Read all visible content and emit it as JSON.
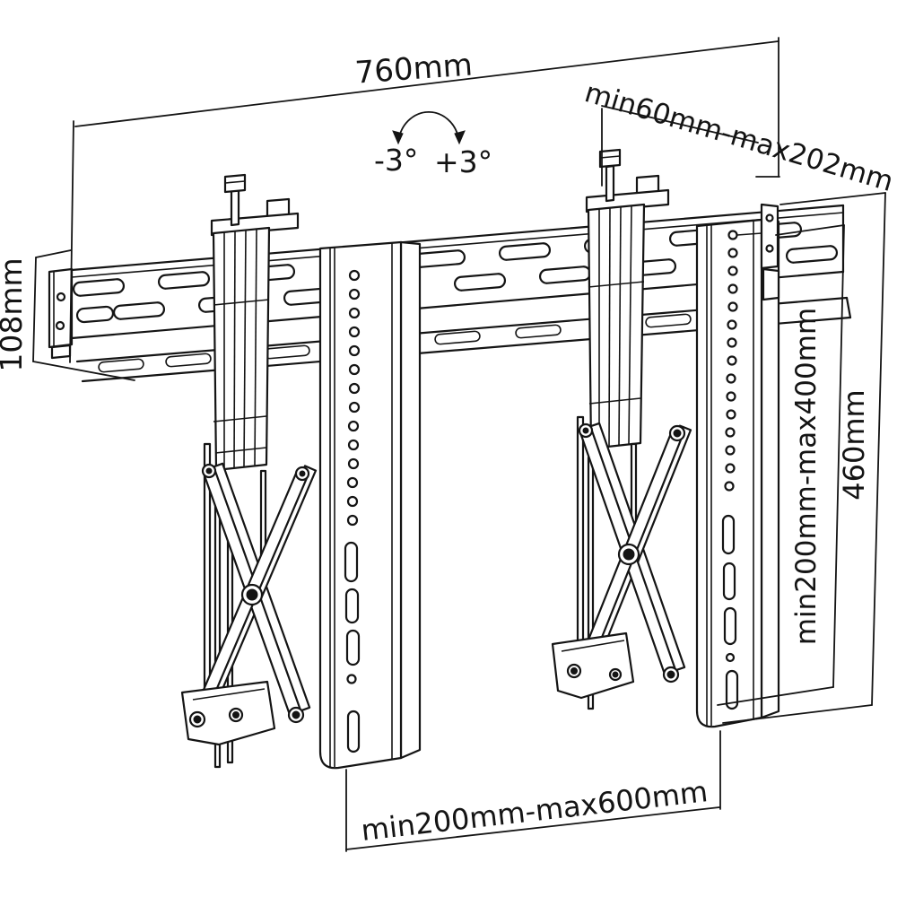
{
  "diagram": {
    "labels": {
      "width_total": "760mm",
      "extension_range": "min60mm-max202mm",
      "tilt_down": "-3°",
      "tilt_up": "+3°",
      "rail_height": "108mm",
      "vesa_height": "min200mm-max400mm",
      "total_height": "460mm",
      "vesa_width": "min200mm-max600mm"
    },
    "colors": {
      "line": "#141414",
      "background": "#ffffff"
    }
  }
}
